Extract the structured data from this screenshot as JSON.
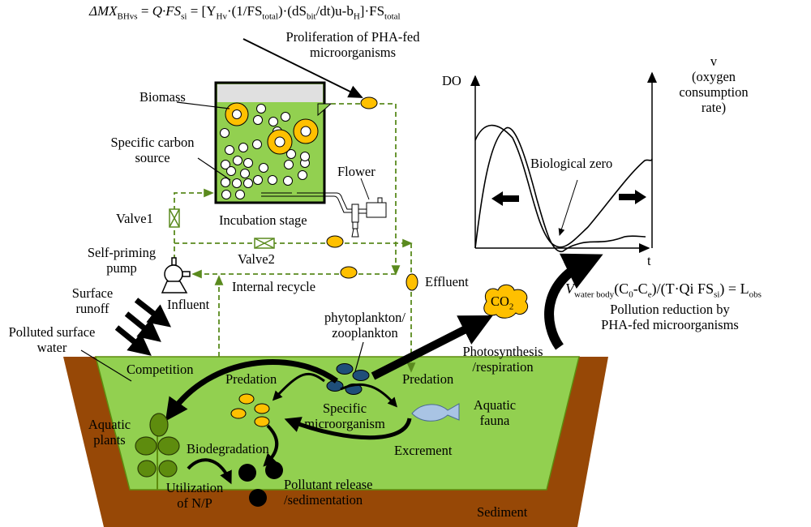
{
  "equations": {
    "top": {
      "lhs": "ΔMX",
      "lhs_sub": "BHvs",
      "q": "Q·FS",
      "q_sub": "si",
      "rhs_a": "[Y",
      "rhs_a_sub": "Hv",
      "rhs_b": "·(1/FS",
      "rhs_b_sub": "total",
      "rhs_c": ")·(dS",
      "rhs_c_sub": "bit",
      "rhs_d": "/dt)u-b",
      "rhs_d_sub": "H",
      "rhs_e": "]·FS",
      "rhs_e_sub": "total"
    },
    "bottom": {
      "v": "V",
      "v_sub": "water body",
      "c0": "(C",
      "c0_sub": "0",
      "ce": "-C",
      "ce_sub": "e",
      "mid": ")/(T·Qi FS",
      "mid_sub": "si",
      "end": ") = L",
      "end_sub": "obs"
    }
  },
  "labels": {
    "proliferation": [
      "Proliferation of PHA-fed",
      "microorganisms"
    ],
    "biomass": "Biomass",
    "carbon_source": [
      "Specific carbon",
      "source"
    ],
    "flower": "Flower",
    "incubation": "Incubation stage",
    "valve1": "Valve1",
    "valve2": "Valve2",
    "pump": [
      "Self-priming",
      "pump"
    ],
    "internal_recycle": "Internal recycle",
    "influent": "Influent",
    "effluent": "Effluent",
    "surface_runoff": [
      "Surface",
      "runoff"
    ],
    "polluted_water": [
      "Polluted surface",
      "water"
    ],
    "plankton": [
      "phytoplankton/",
      "zooplankton"
    ],
    "co2": "CO",
    "co2_sub": "2",
    "photosynthesis": [
      "Photosynthesis",
      "/respiration"
    ],
    "competition": "Competition",
    "predation_left": "Predation",
    "predation_right": "Predation",
    "specific_micro": [
      "Specific",
      "microorganism"
    ],
    "aquatic_fauna": [
      "Aquatic",
      "fauna"
    ],
    "aquatic_plants": [
      "Aquatic",
      "plants"
    ],
    "biodegradation": "Biodegradation",
    "excrement": "Excrement",
    "utilization": [
      "Utilization",
      "of N/P"
    ],
    "pollutant_release": [
      "Pollutant release",
      "/sedimentation"
    ],
    "sediment": "Sediment",
    "pollution_reduction": [
      "Pollution reduction by",
      "PHA-fed microorganisms"
    ]
  },
  "graph": {
    "y_left_label": "DO",
    "y_right_label": [
      "v",
      "(oxygen",
      "consumption",
      "rate)"
    ],
    "x_label": "t",
    "annotation": "Biological zero"
  },
  "colors": {
    "water_green": "#92d050",
    "sediment_brown": "#974806",
    "pipe_green": "#5a8a1e",
    "orange": "#ffc000",
    "plankton_blue": "#1f4e79",
    "plant_green": "#5e8c0e"
  }
}
